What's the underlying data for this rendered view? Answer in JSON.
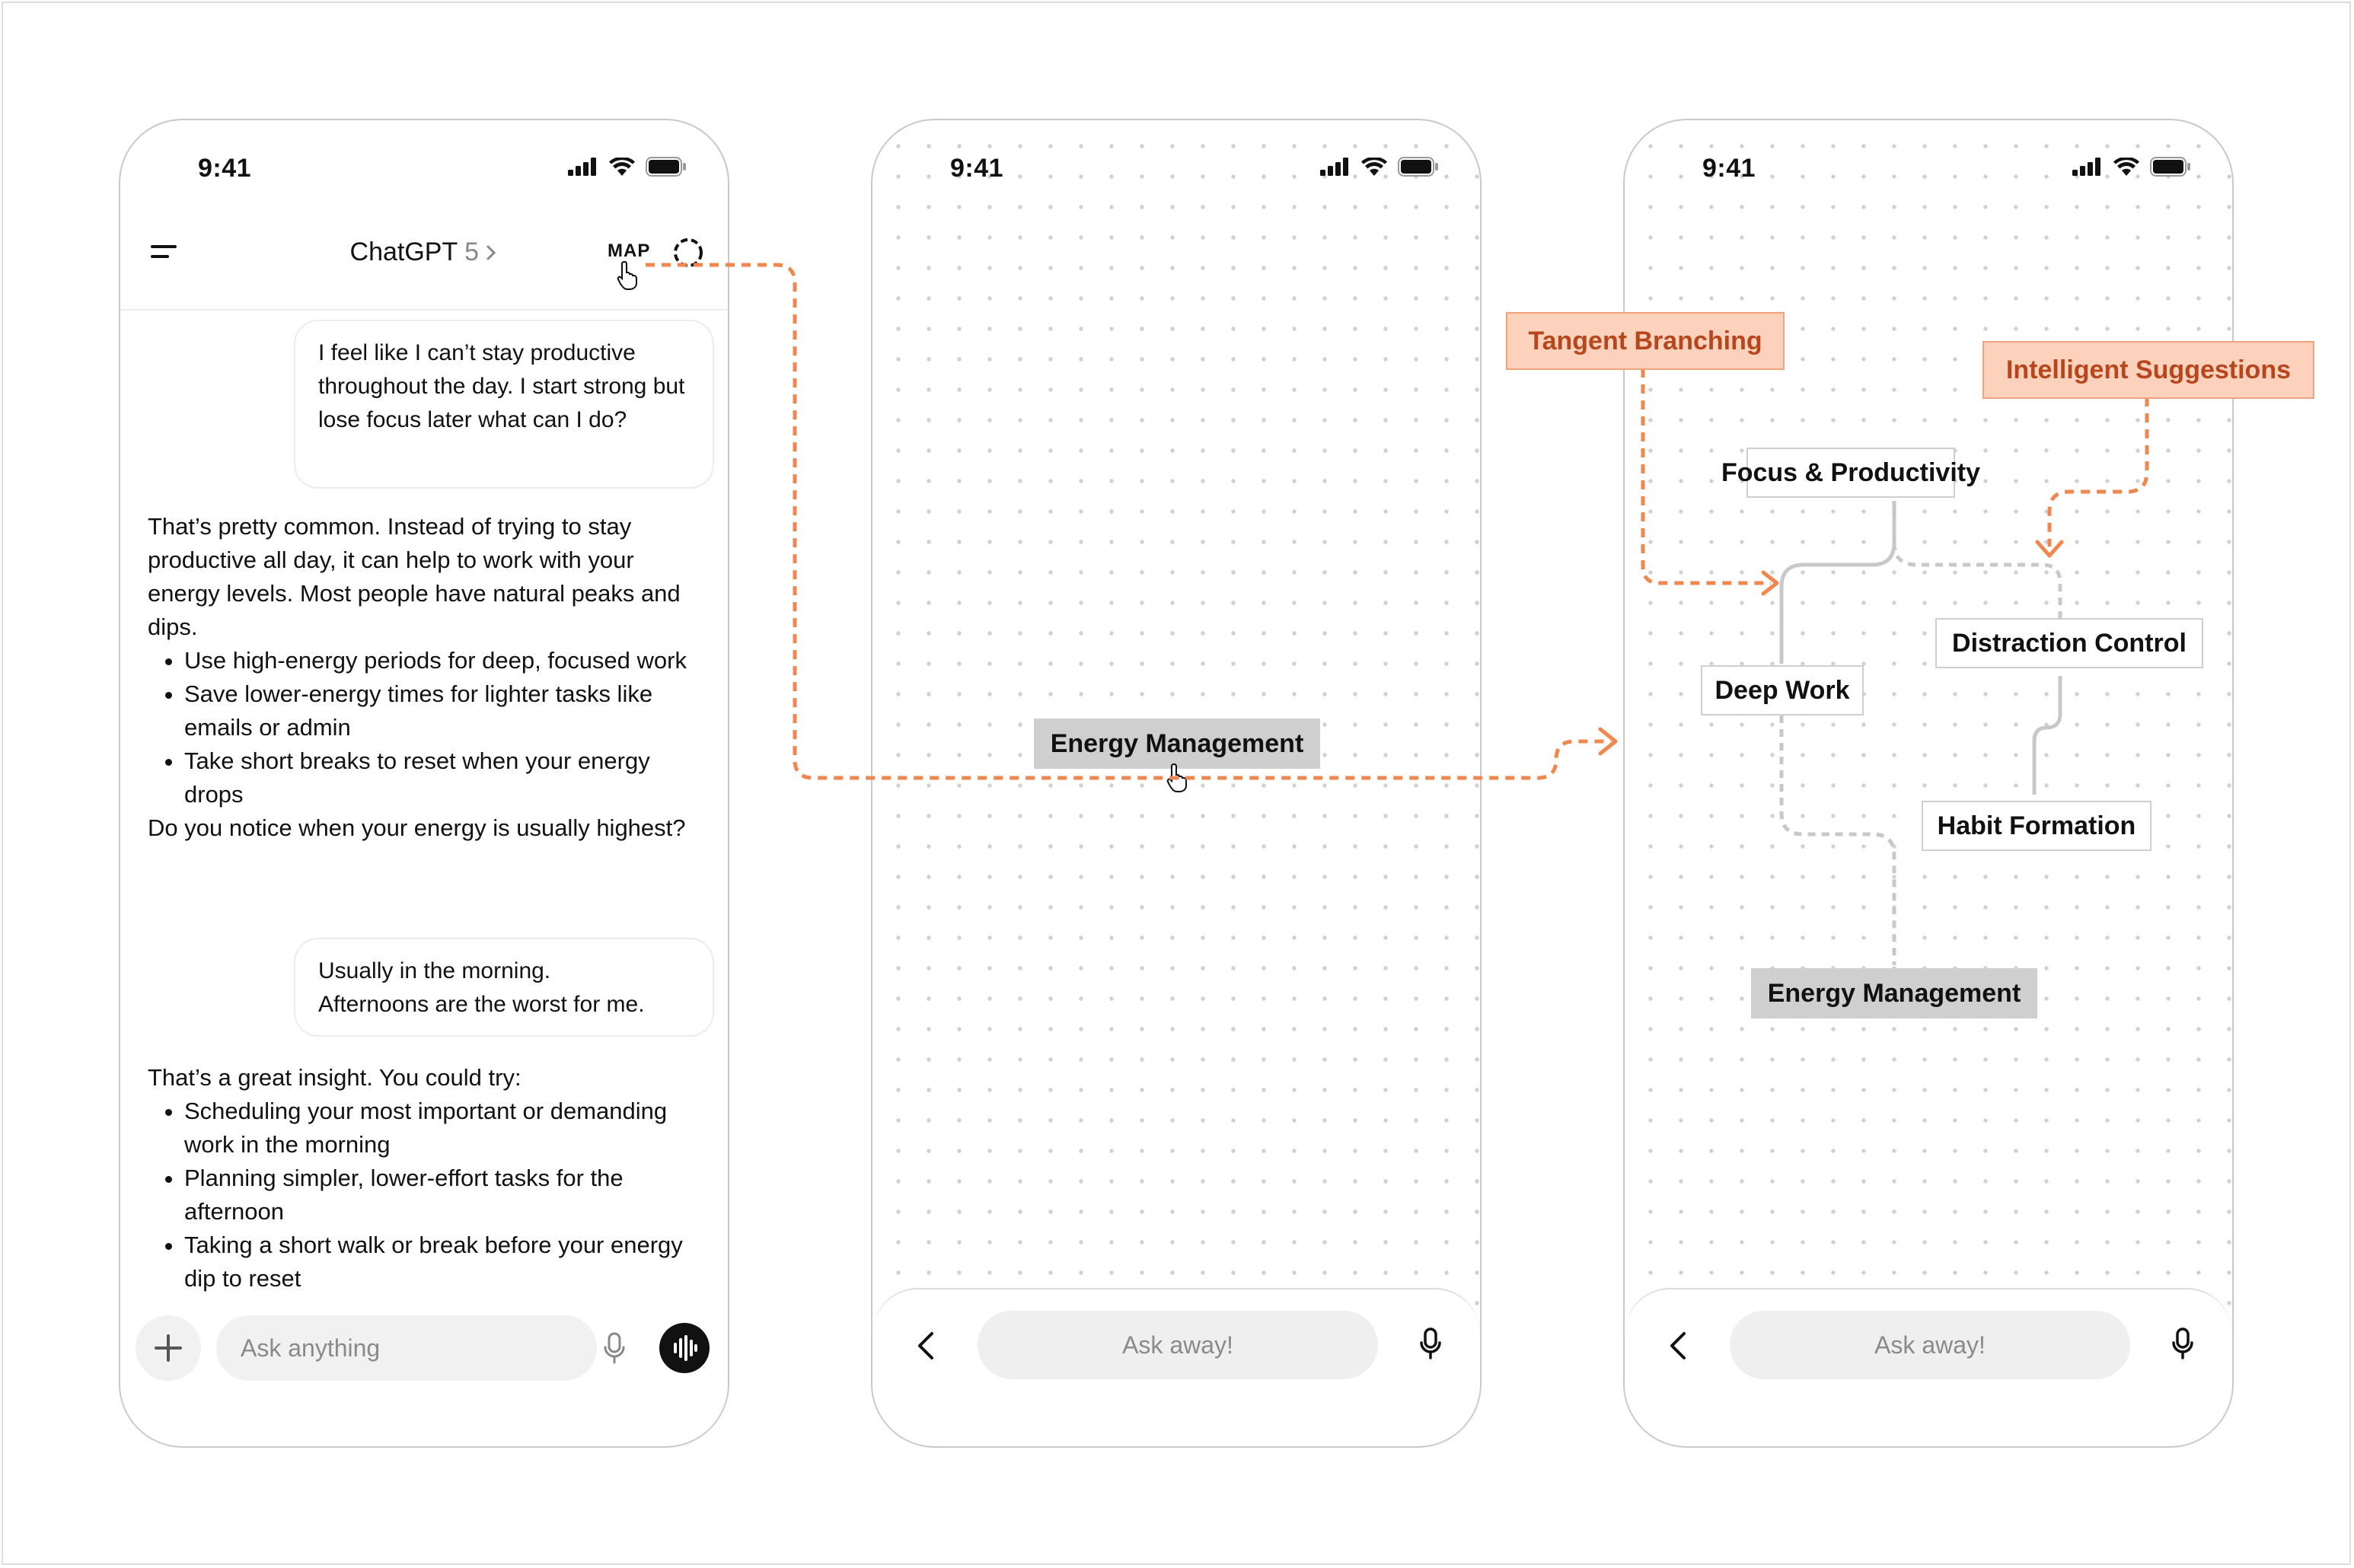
{
  "colors": {
    "accent": "#F0874F",
    "node_border": "#CFCFCF",
    "tag_fill": "#FCD2BD",
    "tag_text": "#B8461C"
  },
  "status_bar": {
    "time": "9:41"
  },
  "chat": {
    "title": "ChatGPT",
    "version": "5",
    "map_label": "MAP",
    "user_message_1": "I feel like I can’t stay productive throughout the day. I start strong but lose focus later what can I do?",
    "assistant_1": {
      "intro": "That’s pretty common. Instead of trying to stay productive all day, it can help to work with your energy levels. Most people have natural peaks and dips.",
      "bullets": [
        "Use high-energy periods for deep, focused work",
        "Save lower-energy times for lighter tasks like emails or admin",
        "Take short breaks to reset when your energy drops"
      ],
      "outro": "Do you notice when your energy is usually highest?"
    },
    "user_message_2_line1": "Usually in the morning.",
    "user_message_2_line2": "Afternoons are the worst for me.",
    "assistant_2": {
      "intro": "That’s a great insight. You could try:",
      "bullets": [
        "Scheduling your most important or demanding work in the morning",
        "Planning simpler, lower-effort tasks for the afternoon",
        "Taking a short walk or break before your energy dip to reset"
      ]
    },
    "input_placeholder": "Ask anything"
  },
  "map_screen": {
    "node": "Energy Management",
    "input_placeholder": "Ask away!"
  },
  "tree_screen": {
    "nodes": {
      "focus": "Focus & Productivity",
      "deep_work": "Deep Work",
      "distraction": "Distraction Control",
      "habit": "Habit Formation",
      "energy": "Energy Management"
    },
    "input_placeholder": "Ask away!"
  },
  "annotations": {
    "tangent": "Tangent Branching",
    "suggestions": "Intelligent Suggestions"
  },
  "icons": [
    "signal-icon",
    "wifi-icon",
    "battery-icon",
    "menu-icon",
    "reload-icon",
    "cursor-icon",
    "plus-icon",
    "mic-icon",
    "voice-icon",
    "back-icon"
  ]
}
